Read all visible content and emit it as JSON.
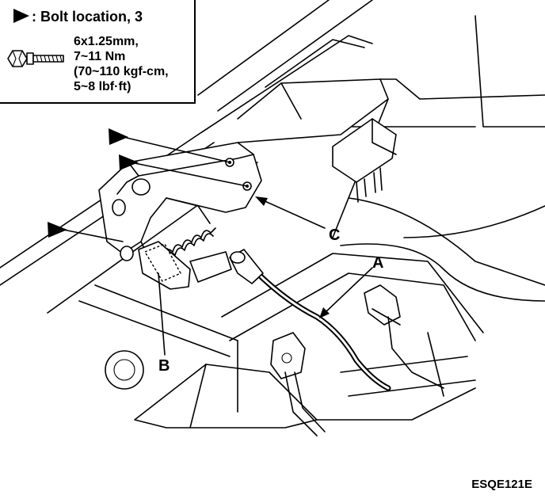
{
  "legend": {
    "marker_text": ": Bolt location, 3",
    "bolt_size": "6x1.25mm,",
    "torque_nm": "7~11 Nm",
    "torque_kgfcm": "(70~110 kgf-cm,",
    "torque_lbfft": "5~8 lbf·ft)"
  },
  "callouts": {
    "a": "A",
    "b": "B",
    "c": "C"
  },
  "figure_code": "ESQE121E",
  "icons": {
    "bolt_marker": "solid-triangle-arrow",
    "bolt": "hex-flange-bolt-icon"
  }
}
